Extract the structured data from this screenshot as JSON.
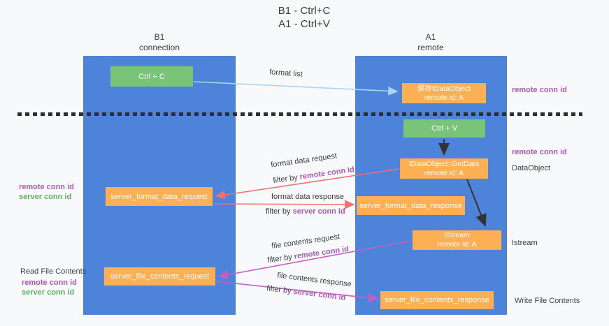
{
  "title": {
    "line1": "B1 - Ctrl+C",
    "line2": "A1 - Ctrl+V"
  },
  "columns": {
    "left": {
      "name": "B1",
      "role": "connection"
    },
    "right": {
      "name": "A1",
      "role": "remote"
    }
  },
  "nodes": {
    "ctrl_c": {
      "label": "Ctrl + C"
    },
    "ctrl_v": {
      "label": "Ctrl + V"
    },
    "save_idataobject": {
      "line1": "保存IDataObject",
      "line2": "remote id: A"
    },
    "getdata": {
      "line1": "IDataObject::GetData",
      "line2": "remote id: A"
    },
    "istream": {
      "line1": "IStream",
      "line2": "remote id: A"
    },
    "format_request": {
      "label": "server_format_data_request"
    },
    "format_response": {
      "label": "server_format_data_response"
    },
    "file_request": {
      "label": "server_file_contents_request"
    },
    "file_response": {
      "label": "server_file_contents_response"
    }
  },
  "flow_labels": {
    "format_list": "format list",
    "format_data_request": "format data request",
    "format_data_request_filter": {
      "prefix": "filter by ",
      "key": "remote conn id"
    },
    "format_data_response": "format data response",
    "format_data_response_filter": {
      "prefix": "filter by ",
      "key": "server conn id"
    },
    "file_contents_request": "file contents request",
    "file_contents_request_filter": {
      "prefix": "filter by ",
      "key": "remote conn id"
    },
    "file_contents_response": "file contents response",
    "file_contents_response_filter": {
      "prefix": "filter by ",
      "key": "server conn id"
    }
  },
  "margin_labels": {
    "left_top": {
      "remote": "remote conn id",
      "server": "server conn id"
    },
    "left_bottom_title": "Read File Contents",
    "left_bottom": {
      "remote": "remote conn id",
      "server": "server conn id"
    },
    "right_top": "remote conn id",
    "right_mid": "remote conn id",
    "right_dataobject": "DataObject",
    "right_istream": "Istream",
    "right_write": "Write File Contents"
  },
  "colors": {
    "column_blue": "#4d84d9",
    "box_orange": "#fcb053",
    "box_green": "#79c479",
    "purple_id": "#a95ab5",
    "green_id": "#5fae5f",
    "arrow_red": "#ef7173",
    "arrow_magenta": "#c45fc4",
    "arrow_lightblue": "#a9d3f2",
    "arrow_black": "#333333",
    "text_dark": "#3d3d3d"
  }
}
